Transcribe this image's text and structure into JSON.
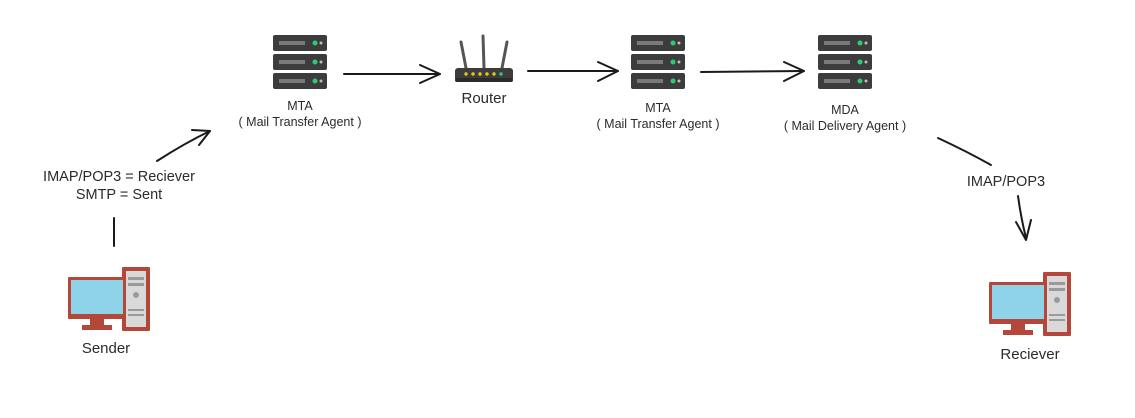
{
  "nodes": {
    "sender": {
      "label": "Sender",
      "icon": "desktop-computer-icon"
    },
    "mta1": {
      "title": "MTA",
      "subtitle": "( Mail Transfer Agent )",
      "icon": "server-rack-icon"
    },
    "router": {
      "label": "Router",
      "icon": "wifi-router-icon"
    },
    "mta2": {
      "title": "MTA",
      "subtitle": "( Mail Transfer Agent )",
      "icon": "server-rack-icon"
    },
    "mda": {
      "title": "MDA",
      "subtitle": "( Mail Delivery Agent )",
      "icon": "server-rack-icon"
    },
    "receiver": {
      "label": "Reciever",
      "icon": "desktop-computer-icon"
    }
  },
  "edge_labels": {
    "sender_protocols": [
      "IMAP/POP3 = Reciever",
      "SMTP = Sent"
    ],
    "receiver_protocol": "IMAP/POP3"
  },
  "colors": {
    "server_body": "#3c3c3c",
    "server_led": "#2ecc71",
    "monitor_screen": "#8fd3e8",
    "computer_frame": "#b5473a",
    "arrow": "#1a1a1a"
  }
}
